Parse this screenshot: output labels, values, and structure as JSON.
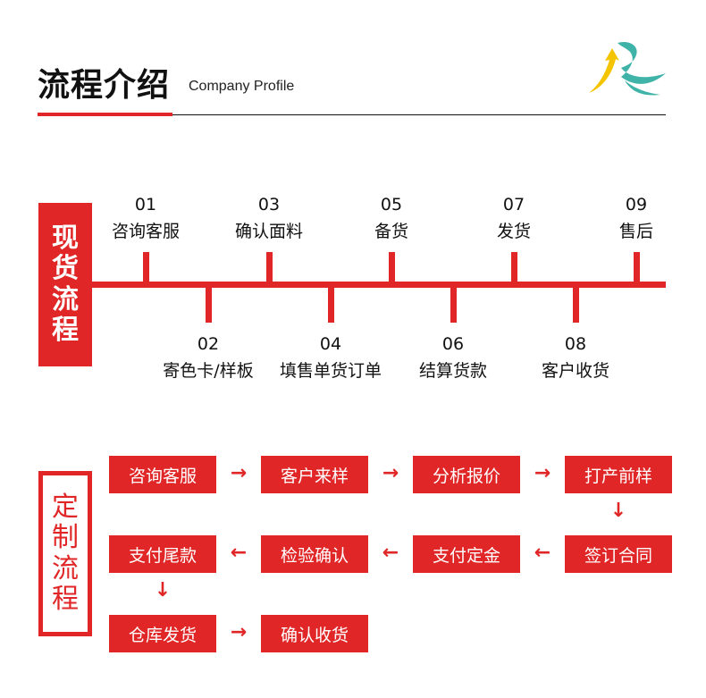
{
  "header": {
    "title": "流程介绍",
    "subtitle": "Company Profile",
    "logo": "logo-icon",
    "colors": {
      "accent": "#e02626",
      "logo_yellow": "#f5c400",
      "logo_teal": "#3fb3a8"
    }
  },
  "stock": {
    "label_chars": [
      "现",
      "货",
      "流",
      "程"
    ],
    "steps": [
      {
        "num": "01",
        "label": "咨询客服"
      },
      {
        "num": "02",
        "label": "寄色卡/样板"
      },
      {
        "num": "03",
        "label": "确认面料"
      },
      {
        "num": "04",
        "label": "填售单货订单"
      },
      {
        "num": "05",
        "label": "备货"
      },
      {
        "num": "06",
        "label": "结算货款"
      },
      {
        "num": "07",
        "label": "发货"
      },
      {
        "num": "08",
        "label": "客户收货"
      },
      {
        "num": "09",
        "label": "售后"
      }
    ]
  },
  "custom": {
    "label_chars": [
      "定",
      "制",
      "流",
      "程"
    ],
    "steps": [
      "咨询客服",
      "客户来样",
      "分析报价",
      "打产前样",
      "签订合同",
      "支付定金",
      "检验确认",
      "支付尾款",
      "仓库发货",
      "确认收货"
    ],
    "arrows": {
      "right": "→",
      "left": "←",
      "down": "↓"
    }
  }
}
